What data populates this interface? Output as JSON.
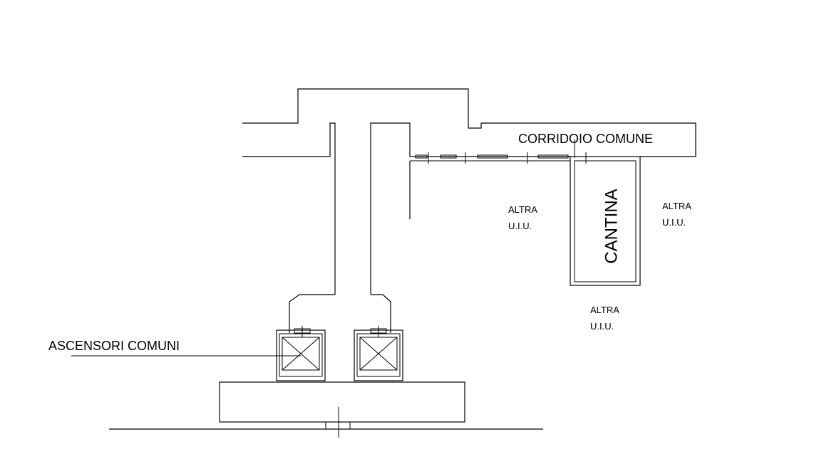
{
  "labels": {
    "corridoio": "CORRIDOIO COMUNE",
    "cantina": "CANTINA",
    "ascensori": "ASCENSORI COMUNI",
    "altra_uiu_1": {
      "line1": "ALTRA",
      "line2": "U.I.U."
    },
    "altra_uiu_2": {
      "line1": "ALTRA",
      "line2": "U.I.U."
    },
    "altra_uiu_3": {
      "line1": "ALTRA",
      "line2": "U.I.U."
    }
  },
  "colors": {
    "line": "#000000",
    "background": "#ffffff"
  }
}
